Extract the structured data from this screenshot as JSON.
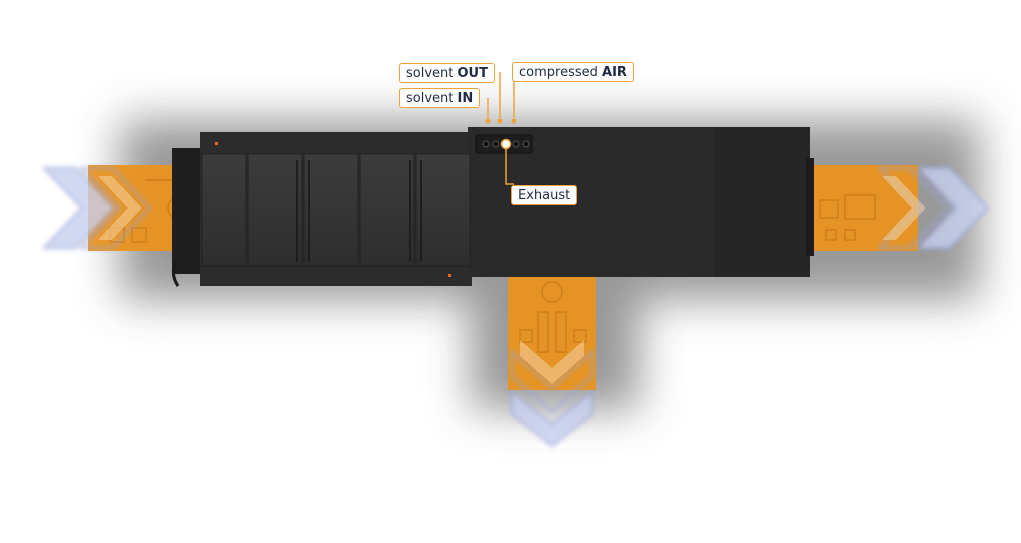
{
  "colors": {
    "machine_body": "#2b2b2b",
    "machine_dark": "#232323",
    "board_orange": "#e8921e",
    "accent_orange": "#f0a23a",
    "label_text": "#1f2a44",
    "arrow_glow": "#a9b4e4"
  },
  "labels": {
    "solvent_out": {
      "prefix": "solvent ",
      "strong": "OUT"
    },
    "solvent_in": {
      "prefix": "solvent ",
      "strong": "IN"
    },
    "compressed_air": {
      "prefix": "compressed ",
      "strong": "AIR"
    },
    "exhaust": {
      "prefix": "",
      "strong": "Exhaust"
    }
  },
  "icons": [
    "chevron-right-icon",
    "chevron-down-icon",
    "port-icon"
  ]
}
